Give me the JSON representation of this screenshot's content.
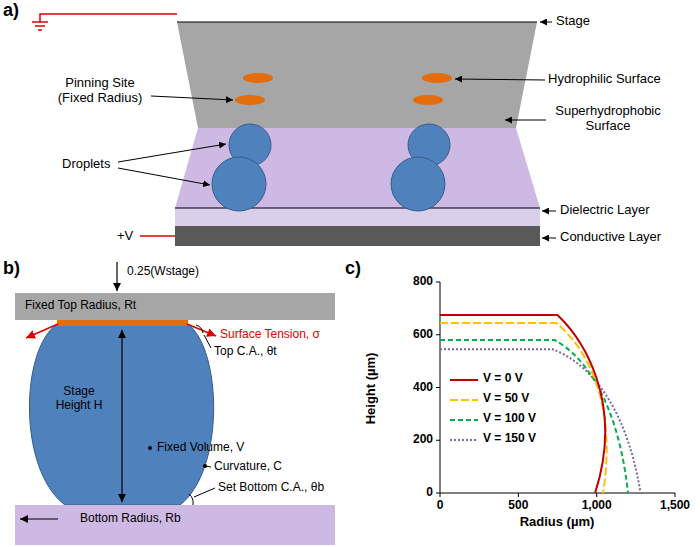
{
  "diagram": {
    "nodes": [
      {
        "text": [
          "Fixed Top Radius, Rt"
        ]
      },
      {
        "text": [
          "Bottom Radius, Rb"
        ]
      }
    ],
    "labels": [
      "a)",
      "Stage",
      "Pinning Site (Fixed Radius)",
      "Hydrophilic Surface",
      "Superhydrophobic Surface",
      "Droplets",
      "Dielectric Layer",
      "Conductive Layer",
      "+V",
      "b)",
      "0.25(Wstage)",
      "Surface Tension, σ",
      "Stage Height H",
      "Top C.A., θt",
      "Fixed Volume, V",
      "Curvature, C",
      "Set Bottom C.A., θb",
      "c)",
      "Height (µm)",
      "Radius (µm)",
      "800",
      "600",
      "400",
      "200",
      "0",
      "0",
      "500",
      "1,000",
      "1,500"
    ],
    "legend": [
      {
        "text": "V = 0 V"
      },
      {
        "text": "V = 50 V"
      },
      {
        "text": "V = 100 V"
      },
      {
        "text": "V = 150 V"
      }
    ]
  }
}
